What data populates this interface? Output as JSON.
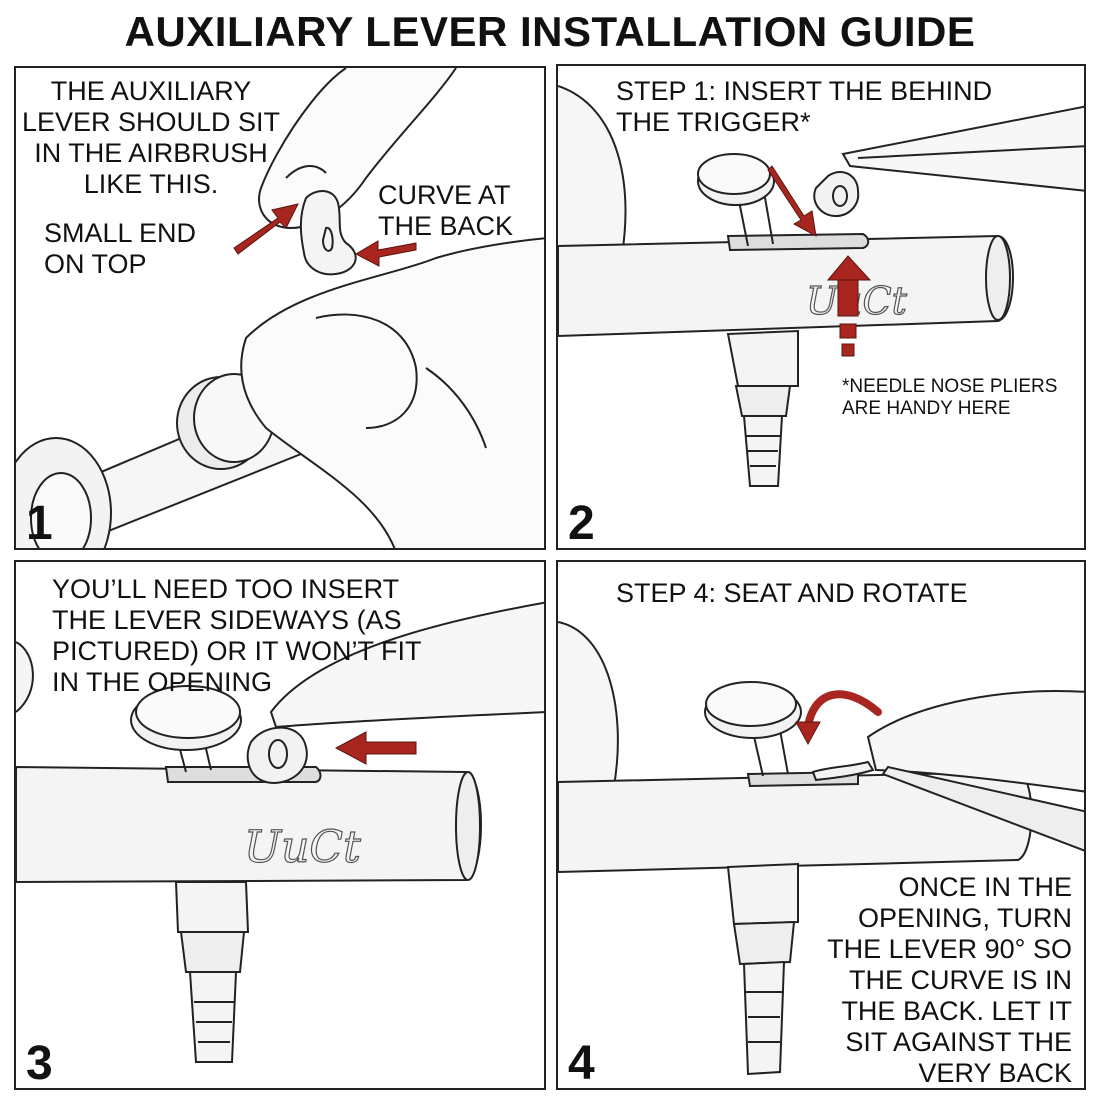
{
  "title": "AUXILIARY LEVER INSTALLATION GUIDE",
  "colors": {
    "arrow": "#a8261f",
    "ink": "#222222",
    "metal": "#f4f4f4"
  },
  "panels": [
    {
      "number": "1",
      "caption_lines": [
        "THE AUXILIARY",
        "LEVER SHOULD SIT",
        "IN THE AIRBRUSH",
        "LIKE THIS."
      ],
      "label_small_end": [
        "SMALL END",
        "ON TOP"
      ],
      "label_curve": [
        "CURVE AT",
        "THE BACK"
      ]
    },
    {
      "number": "2",
      "caption_lines": [
        "STEP 1: INSERT THE BEHIND",
        "THE TRIGGER*"
      ],
      "footnote_lines": [
        "*NEEDLE NOSE PLIERS",
        "ARE HANDY HERE"
      ],
      "engraving": "UuCt"
    },
    {
      "number": "3",
      "caption_lines": [
        "YOU’LL NEED TOO INSERT",
        "THE LEVER SIDEWAYS (AS",
        "PICTURED) OR IT WON’T FIT",
        "IN THE OPENING"
      ],
      "engraving": "UuCt"
    },
    {
      "number": "4",
      "caption_lines": [
        "STEP 4: SEAT AND ROTATE"
      ],
      "body_lines": [
        "ONCE IN THE",
        "OPENING, TURN",
        "THE LEVER 90° SO",
        "THE CURVE IS IN",
        "THE BACK. LET IT",
        "SIT AGAINST THE",
        "VERY BACK"
      ]
    }
  ]
}
